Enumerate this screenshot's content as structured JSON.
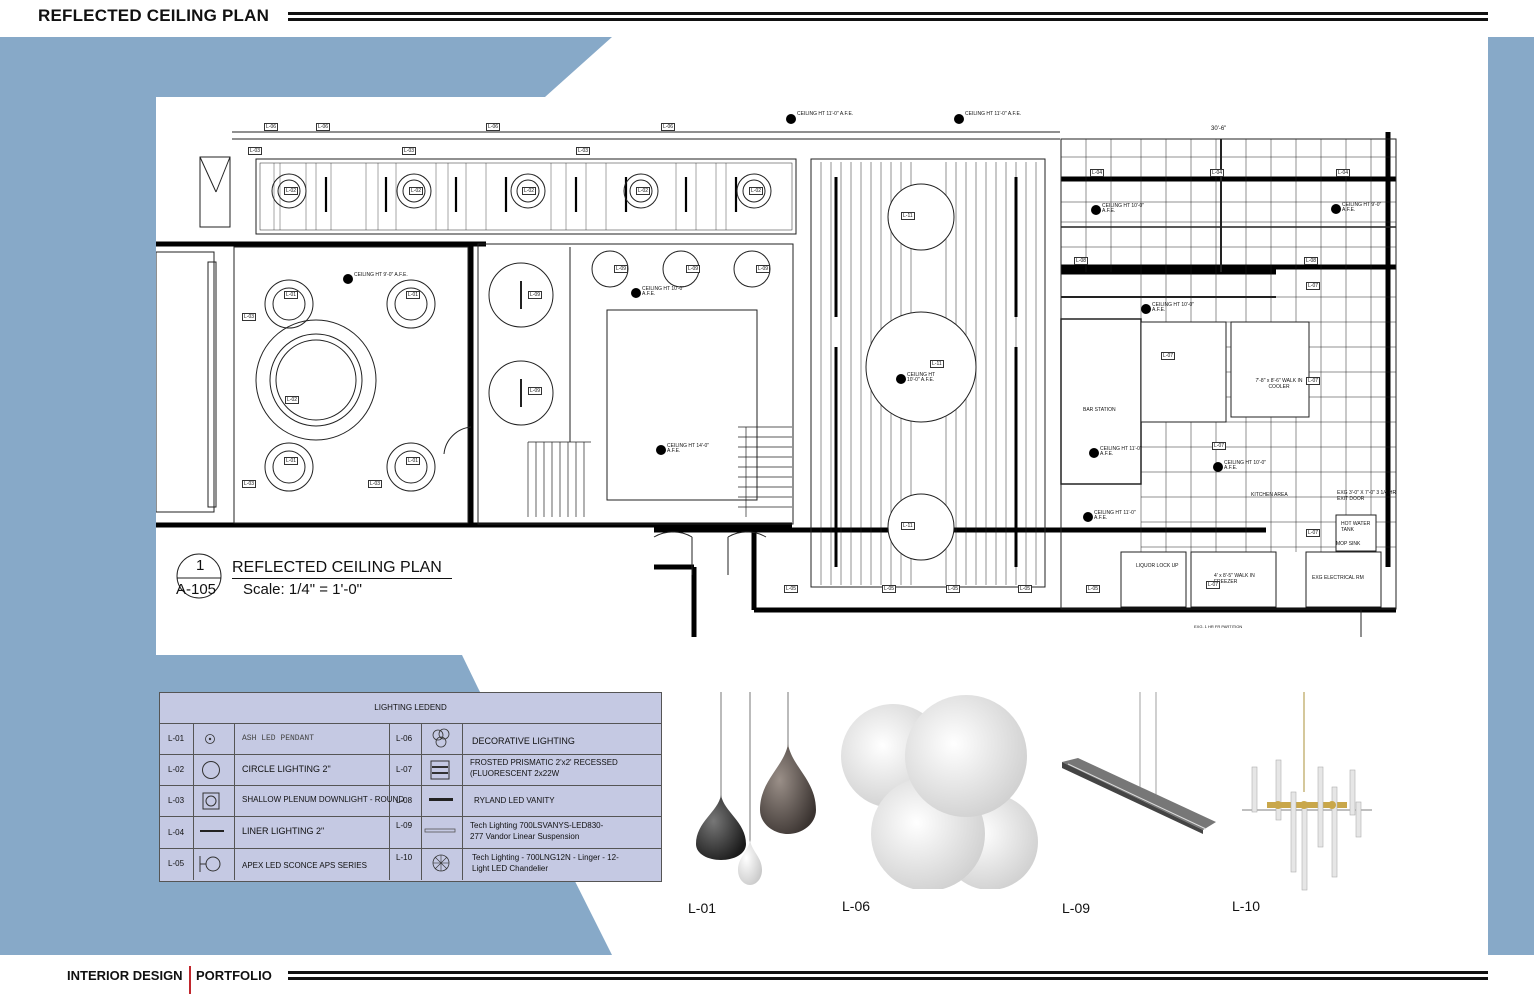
{
  "header": {
    "title": "REFLECTED CEILING PLAN"
  },
  "footer": {
    "title": "INTERIOR DESIGN",
    "subtitle": "PORTFOLIO",
    "accent_color": "#c0272d"
  },
  "colors": {
    "panel_blue": "#87a9c8",
    "legend_fill": "#c5c9e3"
  },
  "plan": {
    "number": "1",
    "sheet": "A-105",
    "title": "REFLECTED CEILING PLAN",
    "scale": "Scale: 1/4\" = 1'-0\"",
    "dimension": "30'-6\"",
    "ceiling_heights": [
      "CEILING HT 11'-0\" A.F.E.",
      "CEILING HT 11'-0\" A.F.E.",
      "CEILING HT 9'-0\" A.F.E.",
      "CEILING HT 10'-0\" A.F.E.",
      "CEILING HT 14'-0\" A.F.E.",
      "CEILING HT 10'-0\" A.F.E.",
      "CEILING HT 10'-0\" A.F.E.",
      "CEILING HT 9'-0\" A.F.E.",
      "CEILING HT 10'-0\" A.F.E.",
      "CEILING HT 11'-0\" A.F.E.",
      "CEILING HT 10'-0\" A.F.E.",
      "CEILING HT 11'-0\" A.F.E."
    ],
    "rooms": {
      "walk_in_cooler": "7'-8\" x 8'-6\" WALK IN COOLER",
      "bar_station": "BAR STATION",
      "kitchen_area": "KITCHEN AREA",
      "liquor_lockup": "LIQUOR LOCK UP",
      "walk_in_freezer": "4' x 8'-5\" WALK IN FREEZER",
      "electrical": "EXG ELECTRICAL RM",
      "exit_door": "EXG 3'-0\" X 7'-0\" 3 1/4 HR EXIT DOOR",
      "hot_water": "HOT WATER TANK",
      "mop_sink": "MOP SINK",
      "partition": "EXG. 1 HR FR PARTITION"
    },
    "tags": [
      "L-01",
      "L-02",
      "L-03",
      "L-04",
      "L-05",
      "L-06",
      "L-07",
      "L-08",
      "L-09",
      "L-10",
      "L-11"
    ]
  },
  "legend": {
    "title": "LIGHTING LEDEND",
    "left": [
      {
        "code": "L-01",
        "desc": "ASH LED PENDANT",
        "icon": "pendant-dot-icon"
      },
      {
        "code": "L-02",
        "desc": "CIRCLE  LIGHTING 2\"",
        "icon": "circle-icon"
      },
      {
        "code": "L-03",
        "desc": "SHALLOW PLENUM DOWNLIGHT - ROUND",
        "icon": "downlight-icon"
      },
      {
        "code": "L-04",
        "desc": "LINER LIGHTING 2\"",
        "icon": "line-icon"
      },
      {
        "code": "L-05",
        "desc": "APEX LED SCONCE APS SERIES",
        "icon": "sconce-icon"
      }
    ],
    "right": [
      {
        "code": "L-06",
        "desc": "DECORATIVE LIGHTING",
        "icon": "cluster-icon"
      },
      {
        "code": "L-07",
        "desc": "FROSTED PRISMATIC 2'x2' RECESSED (FLUORESCENT 2x22W",
        "icon": "panel-icon"
      },
      {
        "code": "L-08",
        "desc": "RYLAND LED VANITY",
        "icon": "vanity-icon"
      },
      {
        "code": "L-09",
        "desc": "Tech Lighting 700LSVANYS-LED830-277 Vandor Linear Suspension",
        "icon": "linear-icon"
      },
      {
        "code": "L-10",
        "desc": "Tech Lighting - 700LNG12N - Linger - 12-Light LED Chandelier",
        "icon": "chandelier-icon"
      }
    ]
  },
  "fixtures": [
    {
      "label": "L-01",
      "kind": "pendants"
    },
    {
      "label": "L-06",
      "kind": "globes"
    },
    {
      "label": "L-09",
      "kind": "linear"
    },
    {
      "label": "L-10",
      "kind": "chandelier"
    }
  ]
}
